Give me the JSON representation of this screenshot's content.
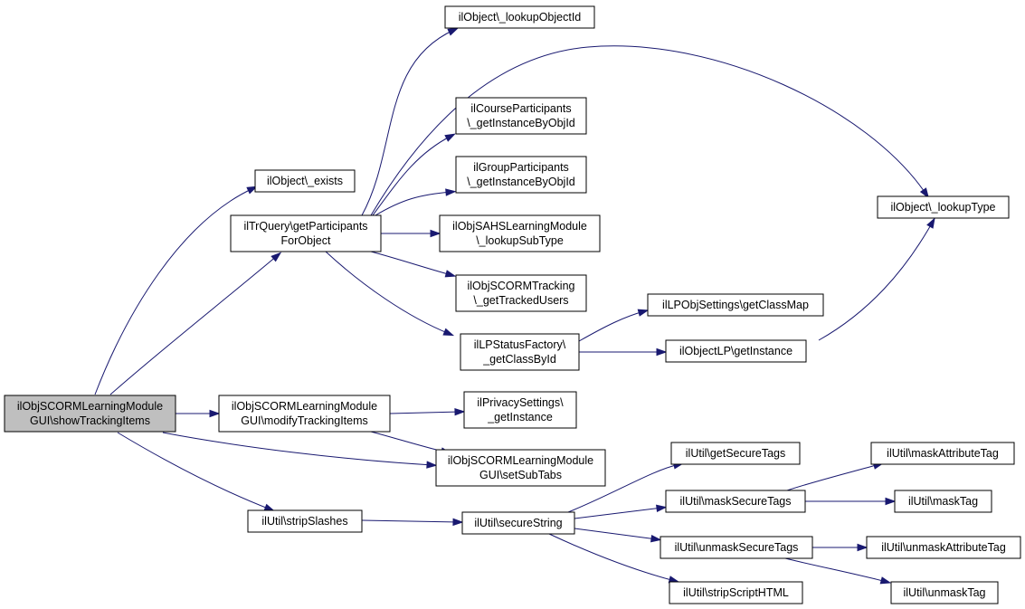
{
  "nodes": {
    "root": [
      "ilObjSCORMLearningModule",
      "GUI\\showTrackingItems"
    ],
    "lookupObjectId": [
      "ilObject\\_lookupObjectId"
    ],
    "exists": [
      "ilObject\\_exists"
    ],
    "trquery": [
      "ilTrQuery\\getParticipants",
      "ForObject"
    ],
    "course": [
      "ilCourseParticipants",
      "\\_getInstanceByObjId"
    ],
    "group": [
      "ilGroupParticipants",
      "\\_getInstanceByObjId"
    ],
    "sahs": [
      "ilObjSAHSLearningModule",
      "\\_lookupSubType"
    ],
    "tracking": [
      "ilObjSCORMTracking",
      "\\_getTrackedUsers"
    ],
    "lookupType": [
      "ilObject\\_lookupType"
    ],
    "classMap": [
      "ilLPObjSettings\\getClassMap"
    ],
    "statusFactory": [
      "ilLPStatusFactory\\",
      "_getClassById"
    ],
    "objectLP": [
      "ilObjectLP\\getInstance"
    ],
    "modify": [
      "ilObjSCORMLearningModule",
      "GUI\\modifyTrackingItems"
    ],
    "privacy": [
      "ilPrivacySettings\\",
      "_getInstance"
    ],
    "subTabs": [
      "ilObjSCORMLearningModule",
      "GUI\\setSubTabs"
    ],
    "stripSlashes": [
      "ilUtil\\stripSlashes"
    ],
    "secureString": [
      "ilUtil\\secureString"
    ],
    "getSecureTags": [
      "ilUtil\\getSecureTags"
    ],
    "maskSecureTags": [
      "ilUtil\\maskSecureTags"
    ],
    "unmaskSecureTags": [
      "ilUtil\\unmaskSecureTags"
    ],
    "stripScript": [
      "ilUtil\\stripScriptHTML"
    ],
    "maskAttr": [
      "ilUtil\\maskAttributeTag"
    ],
    "maskTag": [
      "ilUtil\\maskTag"
    ],
    "unmaskAttr": [
      "ilUtil\\unmaskAttributeTag"
    ],
    "unmaskTag": [
      "ilUtil\\unmaskTag"
    ]
  },
  "colors": {
    "edge": "#191970",
    "root_fill": "#bfbfbf",
    "node_fill": "#ffffff",
    "border": "#000000"
  }
}
